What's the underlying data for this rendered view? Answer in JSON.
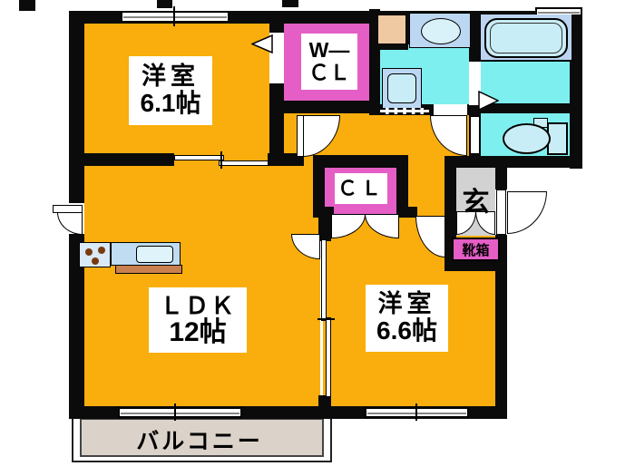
{
  "plan": {
    "bedroom1": {
      "name": "洋室",
      "size": "6.1帖"
    },
    "walk_in_closet": {
      "line1": "W―",
      "line2": "ＣＬ"
    },
    "ldk": {
      "name": "ＬＤＫ",
      "size": "12帖"
    },
    "bedroom2": {
      "name": "洋室",
      "size": "6.6帖"
    },
    "closet": {
      "label": "ＣＬ"
    },
    "entrance": {
      "label": "玄"
    },
    "shoe_box": {
      "label": "靴箱"
    },
    "balcony": {
      "label": "バルコニー"
    }
  },
  "colors": {
    "room": "#F9AE0D",
    "closet": "#E45EC6",
    "wet_floor": "#7EEFEF",
    "bath_deck": "#BCD4F0",
    "fixture": "#C9EDF6",
    "entrance": "#D2D2D2",
    "balcony": "#DBD3CA",
    "counter_base": "#C9804F",
    "wall": "#0B0B0B"
  },
  "fixtures": {
    "stove": "gas-stove",
    "sink": "kitchen-sink",
    "vanity": "wash-basin",
    "washer": "washing-machine-pan",
    "bathtub": "bathtub",
    "toilet": "toilet"
  }
}
